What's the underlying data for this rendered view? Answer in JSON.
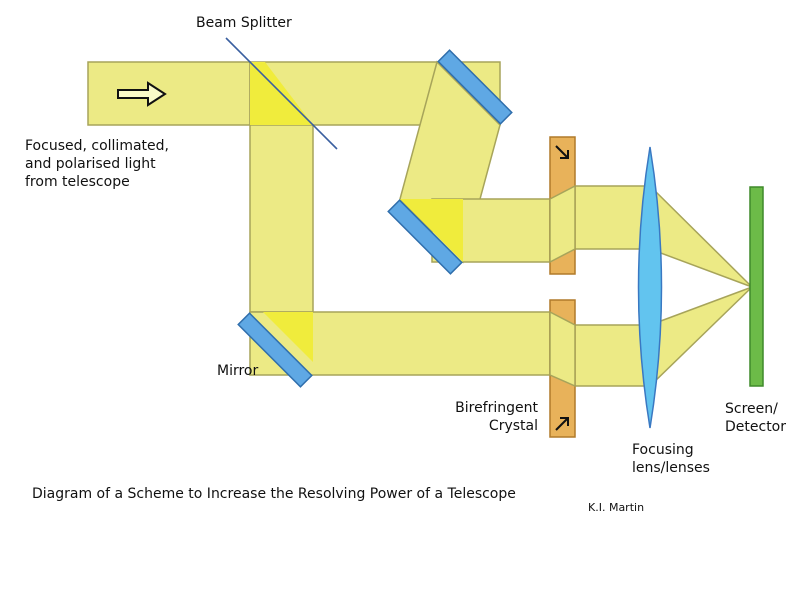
{
  "labels": {
    "beam_splitter": "Beam Splitter",
    "source_line1": "Focused, collimated,",
    "source_line2": "and polarised light",
    "source_line3": "from telescope",
    "mirror": "Mirror",
    "crystal_line1": "Birefringent",
    "crystal_line2": "Crystal",
    "lens_line1": "Focusing",
    "lens_line2": "lens/lenses",
    "screen_line1": "Screen/",
    "screen_line2": "Detector",
    "caption": "Diagram of a Scheme to Increase the Resolving Power of a Telescope",
    "author": "K.I. Martin"
  },
  "colors": {
    "beam": "#ecea85",
    "beam_edge": "#a7a45a",
    "beam_bright": "#f0ec3c",
    "mirror": "#5fa8e4",
    "mirror_edge": "#2f6eac",
    "crystal": "#e8b25a",
    "crystal_edge": "#b07a2a",
    "lens": "#62c4ef",
    "lens_edge": "#3a78c2",
    "screen": "#6cbb48",
    "screen_edge": "#3f8a2a"
  },
  "icons": [
    "right-arrow-icon",
    "down-right-arrow-icon",
    "up-right-arrow-icon"
  ]
}
